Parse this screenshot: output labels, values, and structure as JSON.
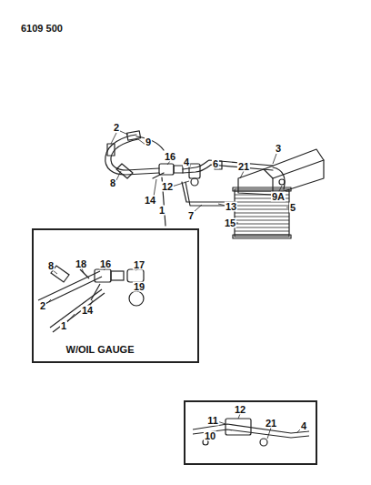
{
  "diagram": {
    "labels": [
      "6109 500",
      "2",
      "9",
      "3",
      "16",
      "4",
      "6",
      "21",
      "9A",
      "8",
      "12",
      "5",
      "14",
      "1",
      "13",
      "7",
      "15",
      "8",
      "18",
      "16",
      "17",
      "2",
      "19",
      "14",
      "1",
      "W/OIL GAUGE",
      "12",
      "11",
      "21",
      "4",
      "10"
    ]
  }
}
